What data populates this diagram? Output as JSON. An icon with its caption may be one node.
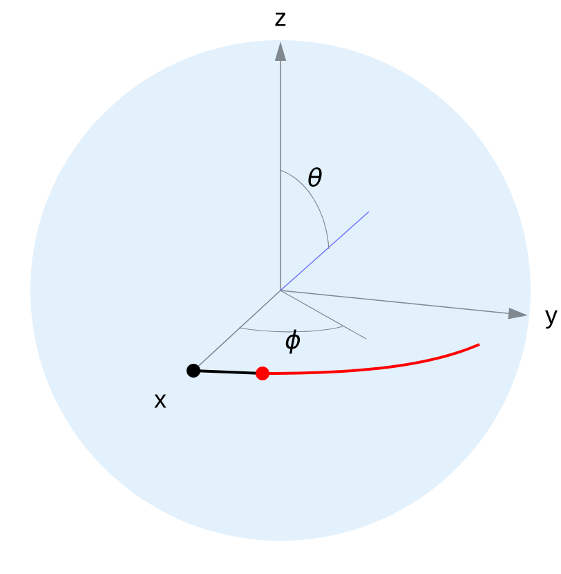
{
  "diagram": {
    "labels": [
      "z",
      "θ",
      "y",
      "ϕ",
      "x"
    ]
  }
}
